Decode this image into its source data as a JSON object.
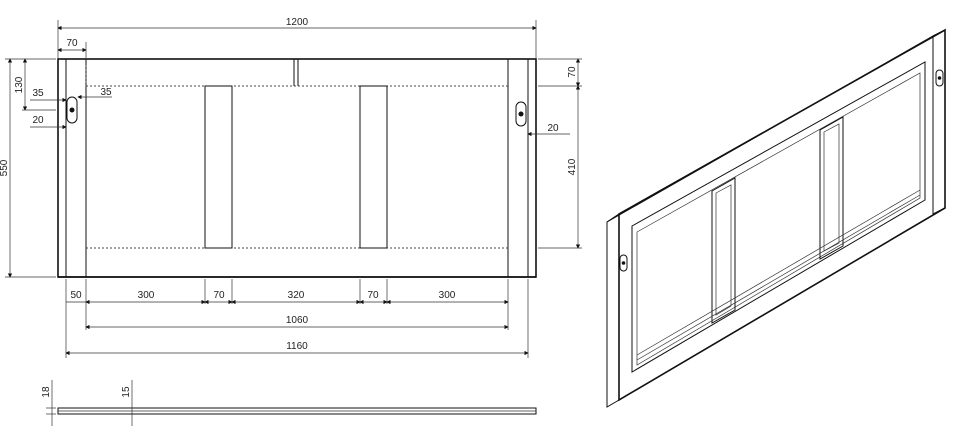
{
  "front_view": {
    "overall_width": "1200",
    "outer_width": "1160",
    "inner_width": "1060",
    "height": "550",
    "top_rail": "130",
    "top_rail_right": "70",
    "stile_width": "70",
    "slot_offset_left": "35",
    "slot_offset_right": "35",
    "slot_width": "20",
    "slot_width_right": "20",
    "panel_height": "410",
    "segments": [
      "50",
      "300",
      "70",
      "320",
      "70",
      "300"
    ]
  },
  "section_view": {
    "thickness": "18",
    "panel_thickness": "15"
  }
}
